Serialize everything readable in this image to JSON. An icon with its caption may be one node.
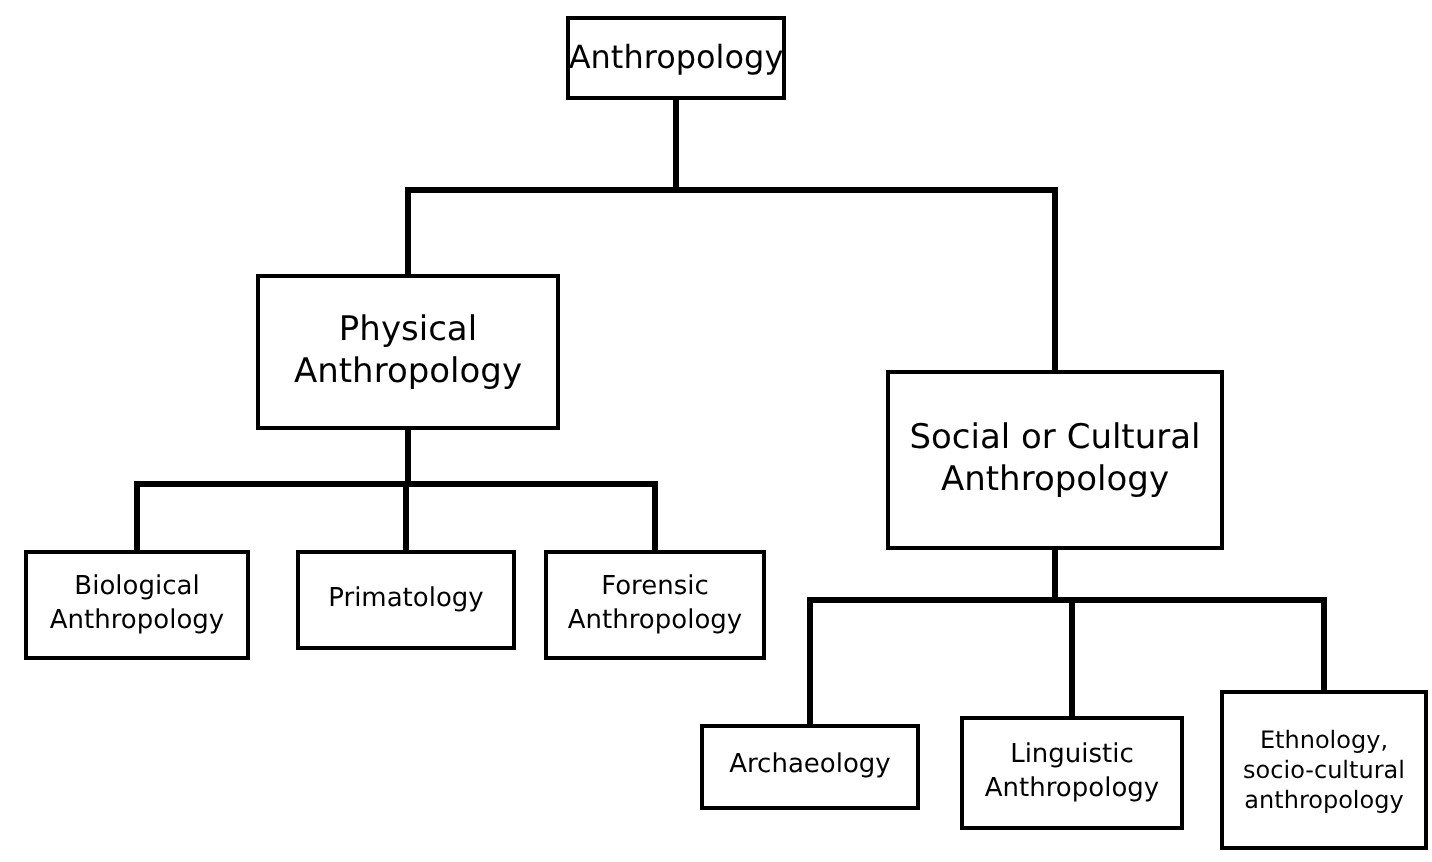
{
  "diagram": {
    "nodes": [
      {
        "text": [
          "Anthropology"
        ]
      },
      {
        "text": [
          "Physical Anthropology"
        ]
      },
      {
        "text": [
          "Social or Cultural Anthropology"
        ]
      },
      {
        "text": [
          "Biological Anthropology"
        ]
      },
      {
        "text": [
          "Primatology"
        ]
      },
      {
        "text": [
          "Forensic Anthropology"
        ]
      },
      {
        "text": [
          "Archaeology"
        ]
      },
      {
        "text": [
          "Linguistic Anthropology"
        ]
      },
      {
        "text": [
          "Ethnology, socio-cultural anthropology"
        ]
      }
    ],
    "edges": [
      {
        "from": 0,
        "to": 1,
        "arrow": "none"
      },
      {
        "from": 0,
        "to": 2,
        "arrow": "none"
      },
      {
        "from": 1,
        "to": 3,
        "arrow": "none"
      },
      {
        "from": 1,
        "to": 4,
        "arrow": "none"
      },
      {
        "from": 1,
        "to": 5,
        "arrow": "none"
      },
      {
        "from": 2,
        "to": 6,
        "arrow": "none"
      },
      {
        "from": 2,
        "to": 7,
        "arrow": "none"
      },
      {
        "from": 2,
        "to": 8,
        "arrow": "none"
      }
    ]
  }
}
